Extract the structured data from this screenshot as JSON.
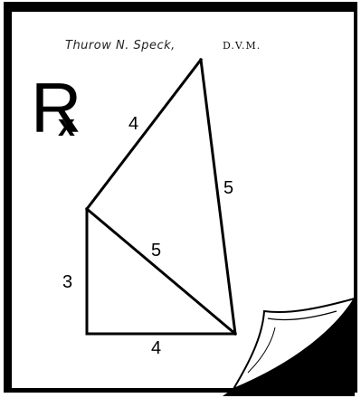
{
  "prescription": {
    "doctor_name": "Thurow N. Speck,",
    "credential": "D.V.M.",
    "rx_symbol": "R",
    "rx_cross": "x"
  },
  "diagram": {
    "edge_labels": {
      "top_left": "4",
      "top_right": "5",
      "diagonal": "5",
      "left": "3",
      "bottom": "4"
    }
  }
}
